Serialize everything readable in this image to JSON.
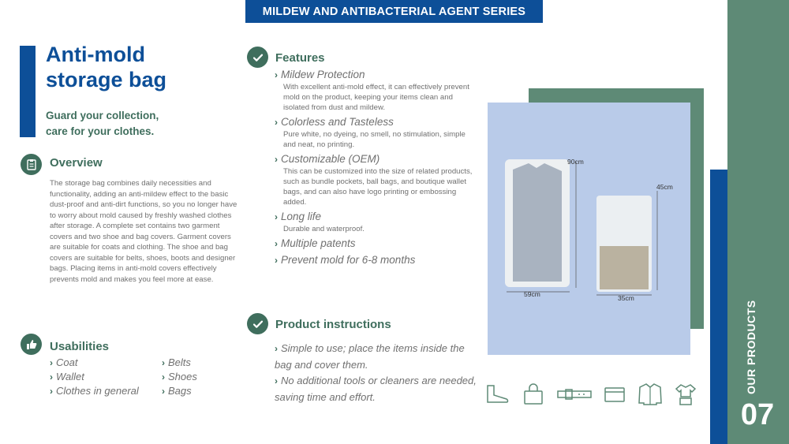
{
  "banner": "MILDEW AND ANTIBACTERIAL AGENT SERIES",
  "side": {
    "label": "OUR PRODUCTS",
    "page_number": "07"
  },
  "title": {
    "line1": "Anti-mold",
    "line2": "storage bag"
  },
  "subtitle": {
    "line1": "Guard your collection,",
    "line2": "care for your clothes."
  },
  "overview": {
    "heading": "Overview",
    "icon": "clipboard-icon",
    "text": "The storage bag combines daily necessities and functionality, adding an anti-mildew effect to the basic dust-proof and anti-dirt functions, so you no longer have to worry about mold caused by freshly washed clothes after storage. A complete set contains two garment covers and two shoe and bag covers. Garment covers are suitable for coats and clothing. The shoe and bag covers are suitable for belts, shoes, boots and designer bags. Placing items in anti-mold covers effectively prevents mold and makes you feel more at ease."
  },
  "usabilities": {
    "heading": "Usabilities",
    "icon": "thumbs-up-icon",
    "items": [
      "Coat",
      "Belts",
      "Wallet",
      "Shoes",
      "Clothes in general",
      "Bags"
    ]
  },
  "features": {
    "heading": "Features",
    "icon": "checkmark-icon",
    "items": [
      {
        "title": "Mildew Protection",
        "desc": "With excellent anti-mold effect, it can effectively prevent mold on the product, keeping your items clean and isolated from dust and mildew."
      },
      {
        "title": "Colorless and Tasteless",
        "desc": "Pure white, no dyeing, no smell, no stimulation, simple and neat, no printing."
      },
      {
        "title": "Customizable (OEM)",
        "desc": "This can be customized into the size of related products, such as bundle pockets, ball bags, and boutique wallet bags, and can also have logo printing or embossing added."
      },
      {
        "title": "Long life",
        "desc": "Durable and waterproof."
      },
      {
        "title": "Multiple patents",
        "desc": ""
      },
      {
        "title": "Prevent mold for 6-8 months",
        "desc": ""
      }
    ]
  },
  "instructions": {
    "heading": "Product instructions",
    "icon": "checkmark-icon",
    "items": [
      "Simple to use; place the items inside the bag and cover them.",
      "No additional tools or cleaners are needed, saving time and effort."
    ]
  },
  "photo": {
    "dim_large_height": "90cm",
    "dim_large_width": "59cm",
    "dim_small_height": "45cm",
    "dim_small_width": "35cm"
  },
  "category_icons": [
    "boot-icon",
    "handbag-icon",
    "belt-icon",
    "wallet-icon",
    "jacket-icon",
    "shirt-icon"
  ],
  "colors": {
    "brand_blue": "#0d4f98",
    "brand_green": "#5e8a76",
    "dark_green": "#3f6e5d",
    "photo_bg": "#b9cbe9"
  }
}
